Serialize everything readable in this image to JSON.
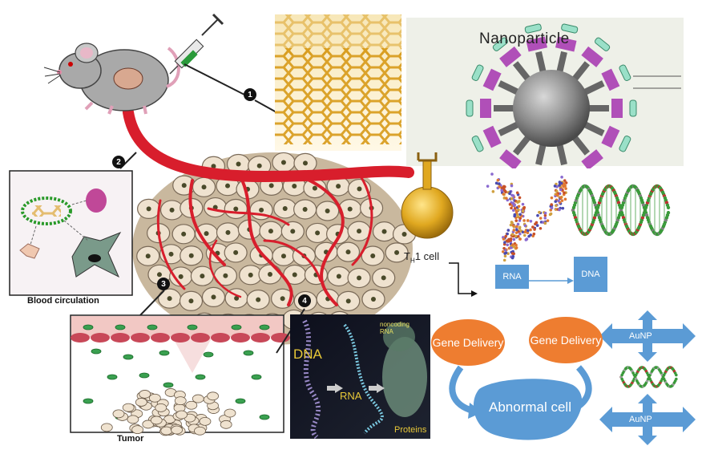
{
  "steps": [
    "1",
    "2",
    "3",
    "4"
  ],
  "labels": {
    "nanoparticle": "Nanoparticle",
    "th1_cell_t": "T",
    "th1_cell_sub": "H",
    "th1_cell_rest": "1 cell",
    "blood_circulation": "Blood circulation",
    "tumor": "Tumor",
    "rna_box": "RNA",
    "dna_box": "DNA",
    "gene_delivery_1": "Gene Delivery",
    "gene_delivery_2": "Gene Delivery",
    "abnormal_cell": "Abnormal cell",
    "aunp_1": "AuNP",
    "aunp_2": "AuNP",
    "panel_dna": "DNA",
    "panel_rna": "RNA",
    "panel_noncoding": "noncoding RNA",
    "panel_proteins": "Proteins"
  },
  "colors": {
    "vessel": "#d81e2c",
    "gold": "#e0a820",
    "orange": "#ee7d30",
    "blue": "#5b9bd5",
    "green": "#3a9a3a",
    "purple": "#b04fb8",
    "cell": "#efe2cf"
  },
  "icons": [
    "mouse-icon",
    "syringe-icon",
    "graphene-lattice-icon",
    "nanoparticle-icon",
    "th1-cell-icon",
    "rna-structure-icon",
    "dna-structure-icon",
    "four-way-arrow-icon"
  ]
}
